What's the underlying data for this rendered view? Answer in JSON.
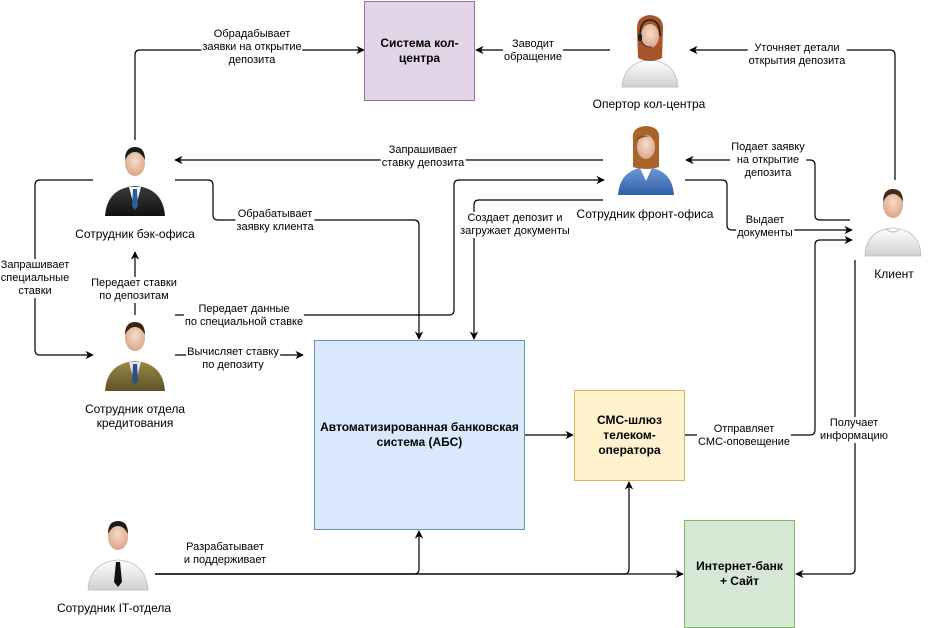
{
  "nodes": {
    "call_center_system": "Система кол-\nцентра",
    "abs": "Автоматизированная банковская\nсистема (АБС)",
    "sms_gateway": "СМС-шлюз\nтелеком-\nоператора",
    "internet_bank": "Интернет-банк\n+ Сайт"
  },
  "people": {
    "call_operator": "Опертор кол-центра",
    "front_office": "Сотрудник фронт-офиса",
    "back_office": "Сотрудник бэк-офиса",
    "credit_dept": "Сотрудник отдела\nкредитования",
    "it_dept": "Сотрудник IT-отдела",
    "client": "Клиент"
  },
  "edges": {
    "back_to_callcenter": "Обрадабывает\nзаявки на открытие\nдепозита",
    "operator_to_callcenter": "Заводит\nобращение",
    "client_to_operator": "Уточняет детали\nоткрытия депозита",
    "front_to_back": "Запрашивает\nставку депозита",
    "client_to_front": "Подает заявку\nна открытие\nдепозита",
    "back_to_abs": "Обрабатывает\nзаявку клиента",
    "front_to_abs": "Создает депозит и\nзагружает документы",
    "front_to_client": "Выдает\nдокументы",
    "back_to_credit": "Запрашивает\nспециальные\nставки",
    "credit_to_back": "Передает ставки\nпо депозитам",
    "credit_to_front": "Передает данные\nпо специальной ставке",
    "credit_to_abs": "Вычисляет ставку\nпо депозиту",
    "sms_to_client": "Отправляет\nСМС-оповещение",
    "client_to_ibank": "Получает\nинформацию",
    "it_to_systems": "Разрабатывает\nи поддерживает"
  },
  "colors": {
    "call_center_fill": "#e1d5e7",
    "call_center_stroke": "#9673a6",
    "abs_fill": "#dae8fc",
    "abs_stroke": "#6c8ebf",
    "sms_fill": "#fff2cc",
    "sms_stroke": "#d6b656",
    "ibank_fill": "#d5e8d4",
    "ibank_stroke": "#82b366"
  }
}
